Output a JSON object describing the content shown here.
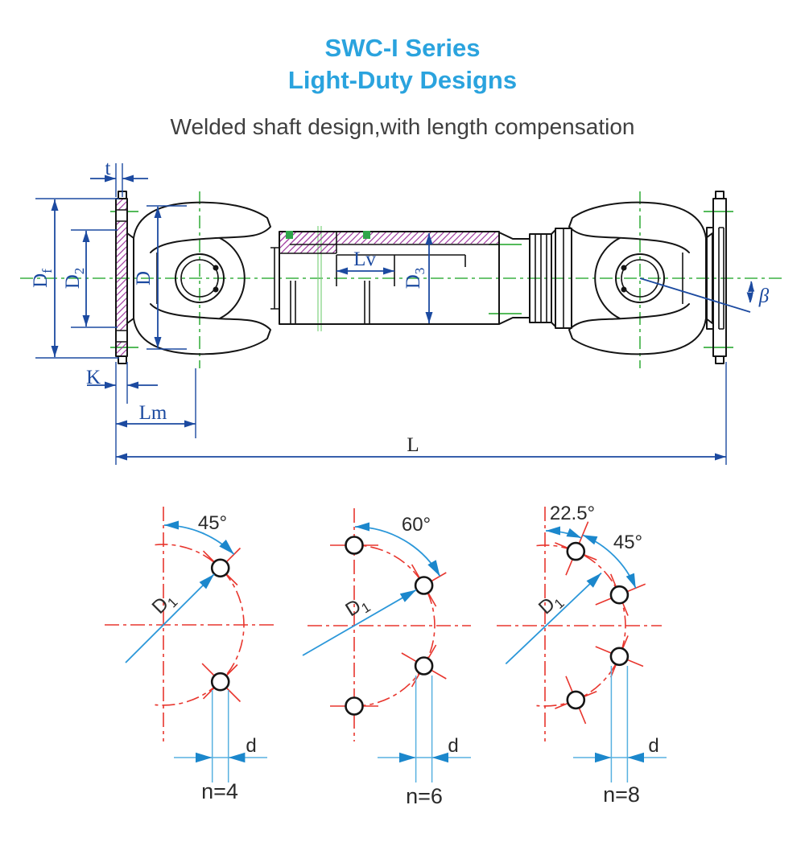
{
  "title": {
    "line1": "SWC-I Series",
    "line2": "Light-Duty Designs",
    "accent_color": "#2aa3de"
  },
  "subtitle": "Welded shaft design,with length compensation",
  "main_drawing": {
    "description": "welded cardan shaft with length compensation, side section view",
    "colors": {
      "dimension": "#1c4aa0",
      "centerline": "#3cb043",
      "hatch": "#a03da0",
      "outline": "#141414"
    },
    "dimension_labels": {
      "t": "t",
      "Df": {
        "main": "D",
        "sub": "f"
      },
      "D2": {
        "main": "D",
        "sub": "2"
      },
      "D": "D",
      "Lv": "Lv",
      "D3": {
        "main": "D",
        "sub": "3"
      },
      "beta": "β",
      "K": "K",
      "Lm": "Lm",
      "L": "L"
    }
  },
  "bolt_circle_diagrams": {
    "colors": {
      "centerline": "#e8362e",
      "annotation": "#2b97d9",
      "dimension_line": "#58b1e0",
      "arrow": "#1b87cc",
      "hole_outline": "#151515",
      "label": "#2b2b2b"
    },
    "diagrams": [
      {
        "angle_labels": [
          "45°"
        ],
        "diameter_label": {
          "main": "D",
          "sub": "1"
        },
        "hole_diameter_label": "d",
        "bolt_count_label": "n=4",
        "visible_bolt_angles_deg": [
          45,
          135
        ]
      },
      {
        "angle_labels": [
          "60°"
        ],
        "diameter_label": {
          "main": "D",
          "sub": "1"
        },
        "hole_diameter_label": "d",
        "bolt_count_label": "n=6",
        "visible_bolt_angles_deg": [
          0,
          60,
          120,
          180
        ]
      },
      {
        "angle_labels": [
          "22.5°",
          "45°"
        ],
        "diameter_label": {
          "main": "D",
          "sub": "1"
        },
        "hole_diameter_label": "d",
        "bolt_count_label": "n=8",
        "visible_bolt_angles_deg": [
          22.5,
          67.5,
          112.5,
          157.5
        ]
      }
    ]
  }
}
